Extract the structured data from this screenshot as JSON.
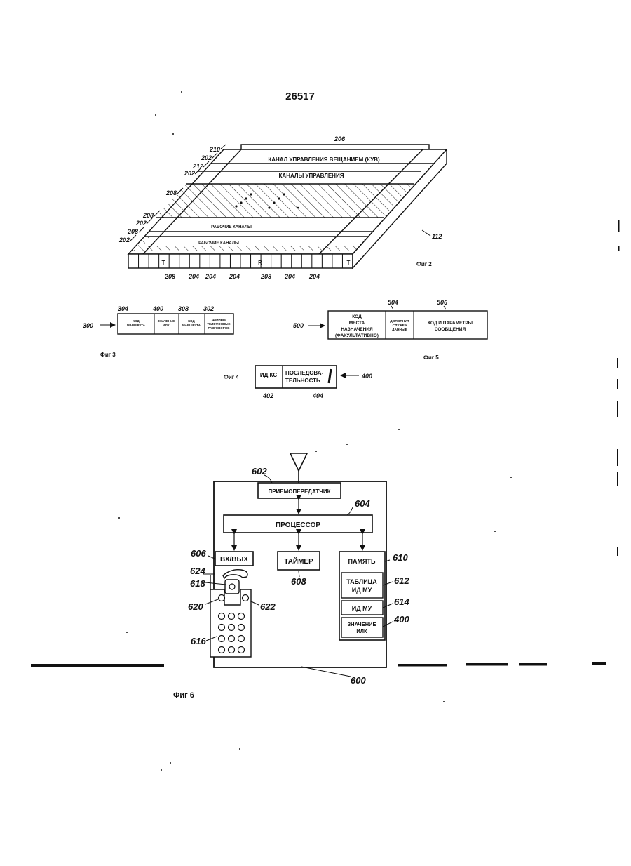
{
  "page_number": "26517",
  "fig2": {
    "caption": "Фиг 2",
    "bcch_label": "КАНАЛ УПРАВЛЕНИЯ  ВЕЩАНИЕМ (КУВ)",
    "control_label": "КАНАЛЫ УПРАВЛЕНИЯ",
    "traffic_label_1": "РАБОЧИЕ КАНАЛЫ",
    "traffic_label_2": "РАБОЧИЕ КАНАЛЫ",
    "slot_t1": "T",
    "slot_r": "R",
    "slot_t2": "T",
    "refs": {
      "r206": "206",
      "r210": "210",
      "r202a": "202",
      "r212": "212",
      "r202b": "202",
      "r208a": "208",
      "r208b": "208",
      "r202c": "202",
      "r208c": "208",
      "r202d": "202",
      "r112": "112",
      "b208a": "208",
      "b204a": "204",
      "b204b": "204",
      "b204c": "204",
      "b208b": "208",
      "b204d": "204",
      "b204e": "204"
    }
  },
  "fig3": {
    "caption": "Фиг 3",
    "ref": "300",
    "fields": [
      {
        "ref": "304",
        "label": [
          "КОД",
          "МАРШРУТА"
        ]
      },
      {
        "ref": "400",
        "label": [
          "ЗНАЧЕНИЕ",
          "ИЛК"
        ]
      },
      {
        "ref": "308",
        "label": [
          "КОД",
          "МАРШРУТА"
        ]
      },
      {
        "ref": "302",
        "label": [
          "ДАННЫЕ",
          "ТЕЛЕФОННЫХ",
          "РАЗГОВОРОВ"
        ]
      }
    ]
  },
  "fig4": {
    "caption": "Фиг 4",
    "ref": "400",
    "field1": {
      "ref": "402",
      "label": "ИД КС"
    },
    "field2": {
      "ref": "404",
      "label": [
        "ПОСЛЕДОВА-",
        "ТЕЛЬНОСТЬ"
      ]
    }
  },
  "fig5": {
    "caption": "Фиг 5",
    "ref": "500",
    "field1": {
      "label": [
        "КОД",
        "МЕСТА",
        "НАЗНАЧЕНИЯ",
        "(ФАКУЛЬТАТИВНО)"
      ]
    },
    "field2": {
      "ref": "504",
      "label": [
        "ДОПОЛНИТ",
        "СЛУЖЕБ",
        "ДАННЫЕ"
      ]
    },
    "field3": {
      "ref": "506",
      "label": [
        "КОД И ПАРАМЕТРЫ",
        "СООБЩЕНИЯ"
      ]
    }
  },
  "fig6": {
    "caption": "Фиг 6",
    "ref_device": "600",
    "transceiver": {
      "ref": "602",
      "label": "ПРИЕМОПЕРЕДАТЧИК"
    },
    "processor": {
      "ref": "604",
      "label": "ПРОЦЕССОР"
    },
    "io": {
      "ref": "606",
      "label": "ВХ/ВЫХ"
    },
    "timer": {
      "ref": "608",
      "label": "ТАЙМЕР"
    },
    "memory": {
      "ref": "610",
      "label": "ПАМЯТЬ"
    },
    "ms_id_table": {
      "ref": "612",
      "label": [
        "ТАБЛИЦА",
        "ИД МУ"
      ]
    },
    "ms_id": {
      "ref": "614",
      "label": "ИД МУ"
    },
    "ilk_value": {
      "ref": "400",
      "label": [
        "ЗНАЧЕНИЕ",
        "ИЛК"
      ]
    },
    "handset_refs": {
      "r624": "624",
      "r618": "618",
      "r620": "620",
      "r622": "622",
      "r616": "616"
    }
  }
}
